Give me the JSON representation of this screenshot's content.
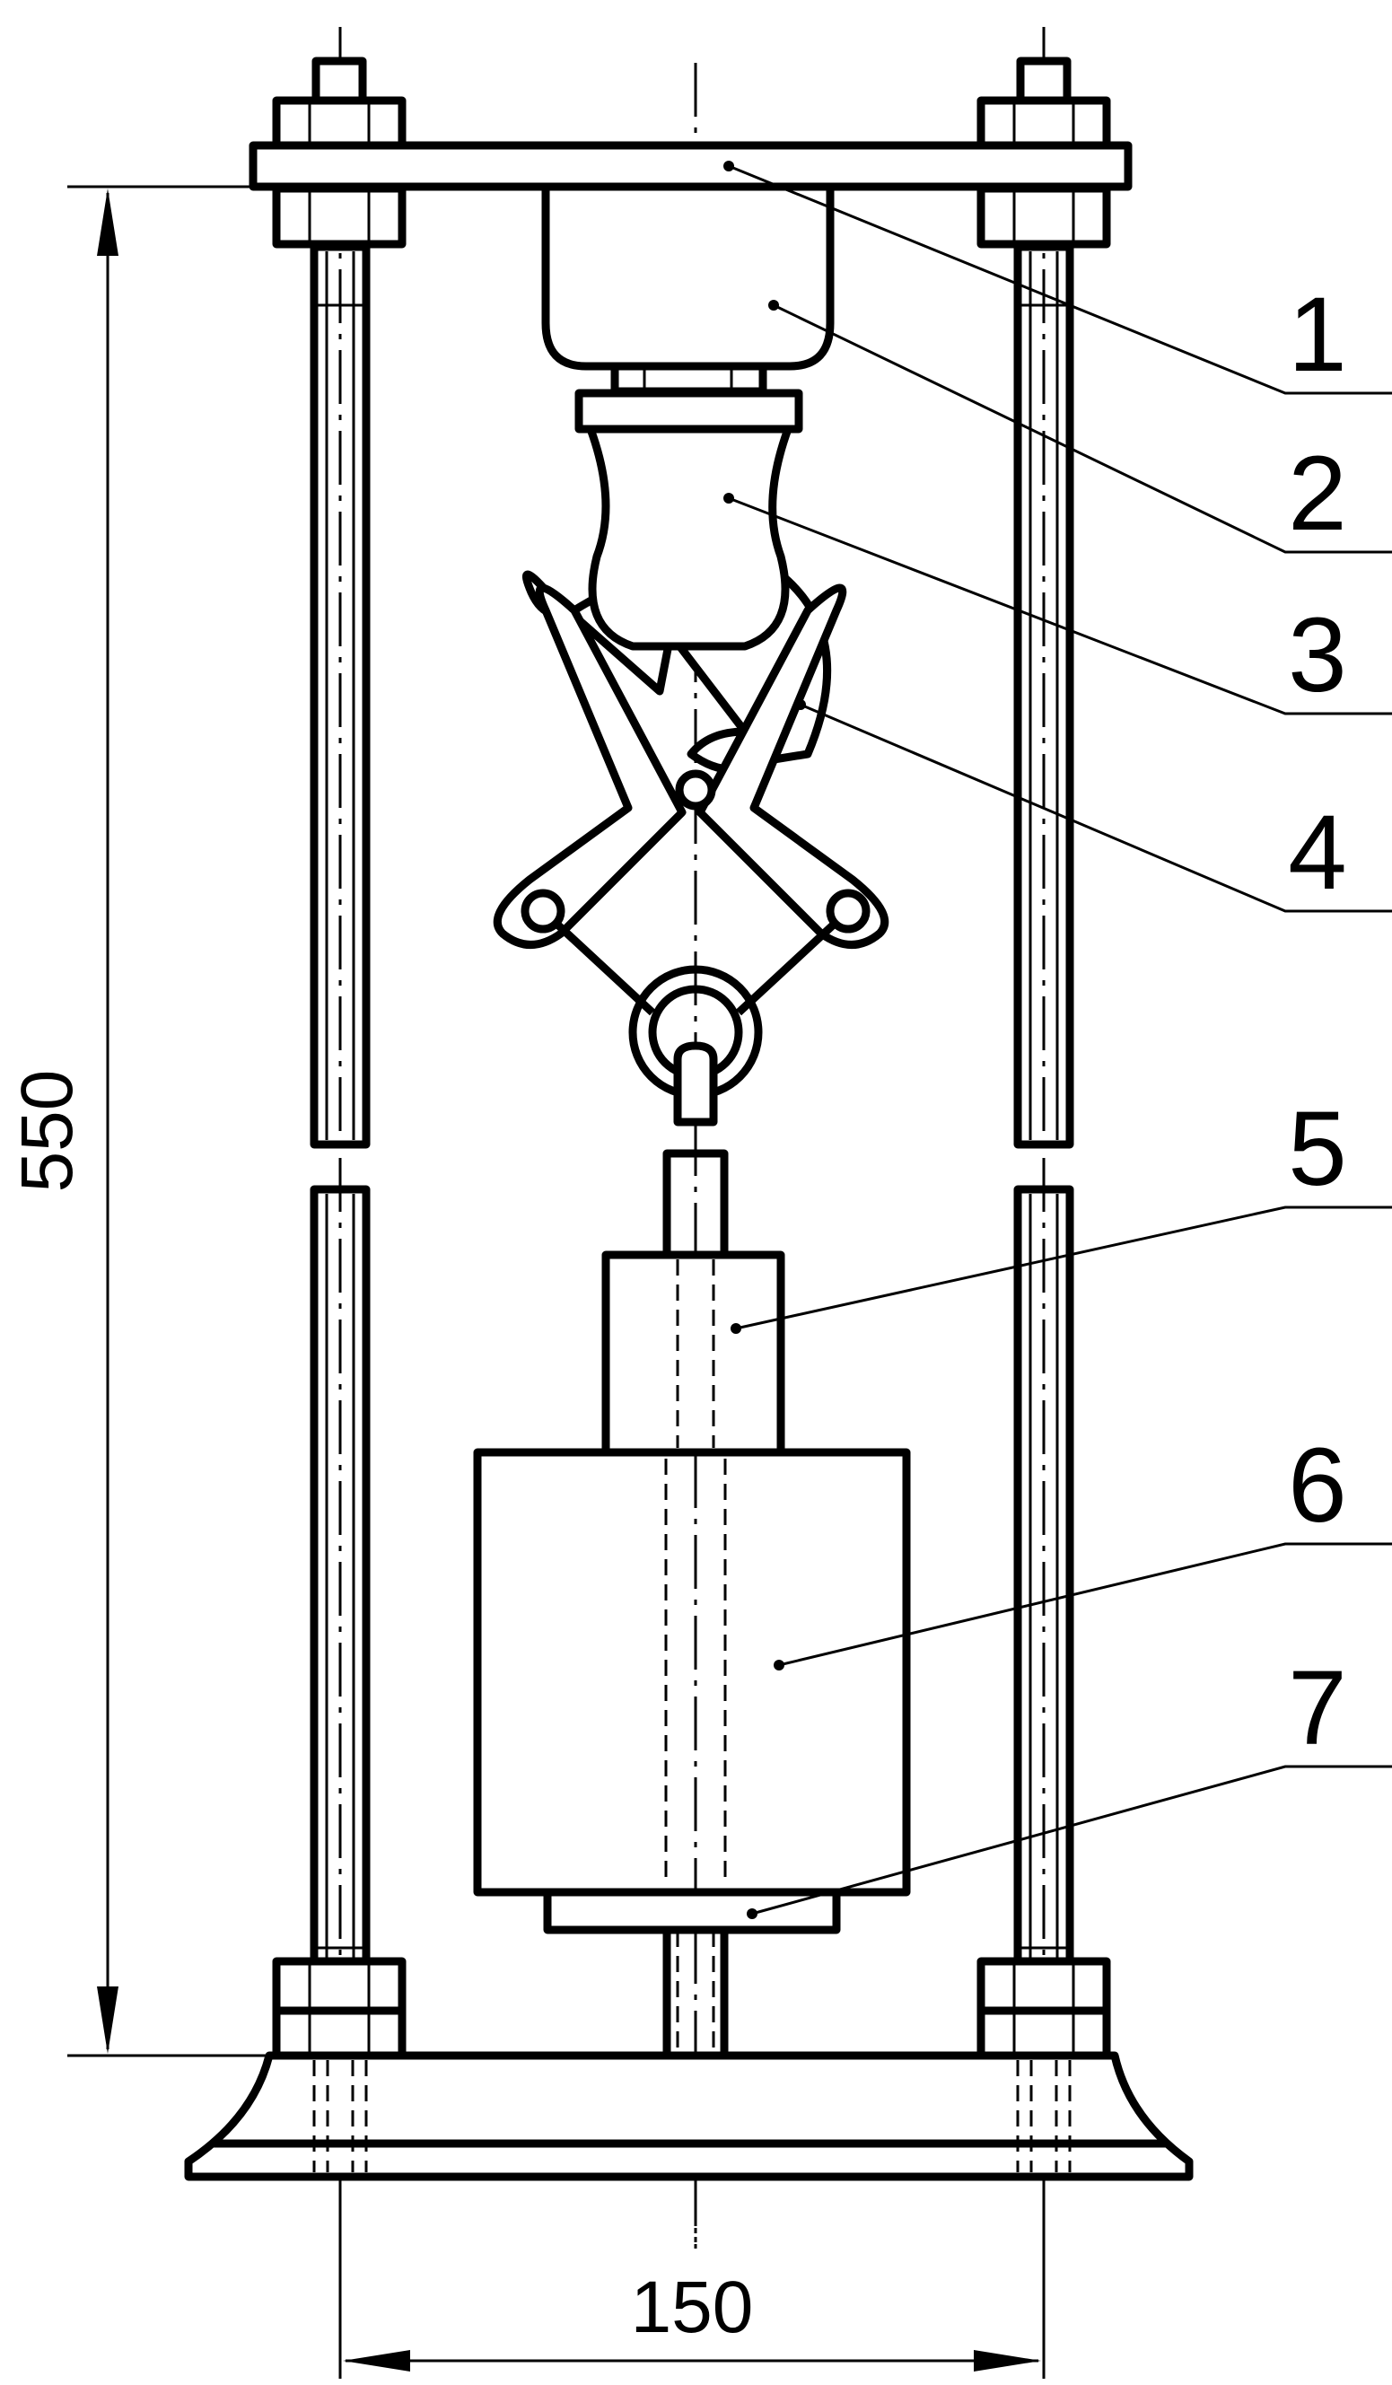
{
  "labels": {
    "l1": "1",
    "l2": "2",
    "l3": "3",
    "l4": "4",
    "l5": "5",
    "l6": "6",
    "l7": "7"
  },
  "dimensions": {
    "height": "550",
    "width": "150"
  }
}
